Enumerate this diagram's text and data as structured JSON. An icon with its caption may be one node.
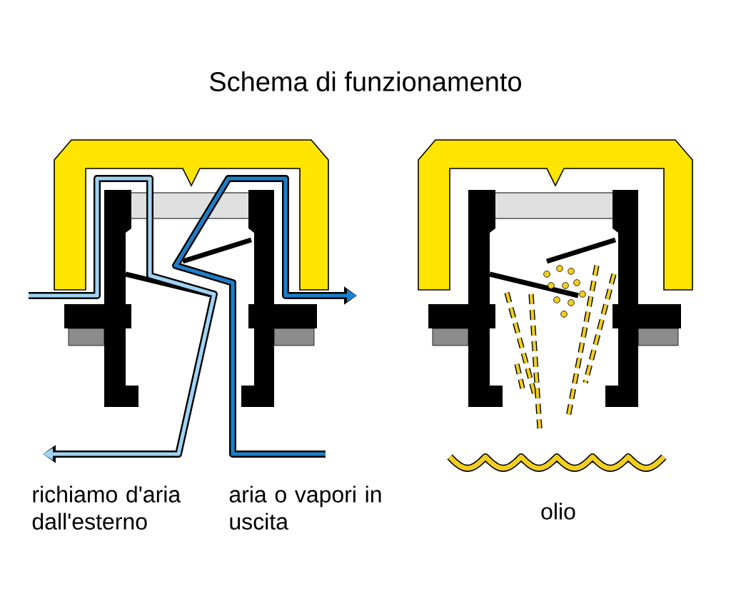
{
  "diagram": {
    "title": "Schema di funzionamento",
    "labels": [
      "richiamo d'aria dall'esterno",
      "aria o vapori in uscita",
      "olio"
    ]
  }
}
